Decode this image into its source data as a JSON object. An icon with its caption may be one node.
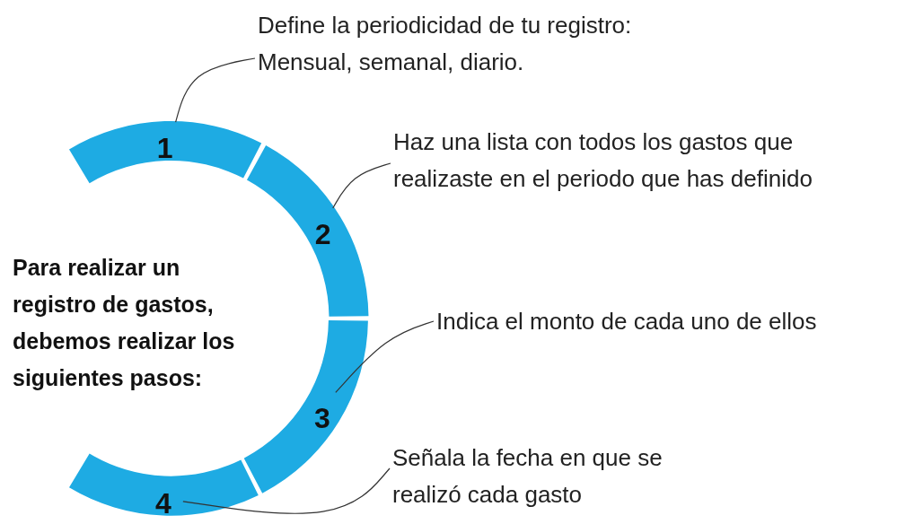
{
  "diagram": {
    "nodes": [
      {
        "text": [
          "Define la periodicidad de tu registro: Mensual, semanal, diario."
        ]
      },
      {
        "text": [
          "1"
        ]
      },
      {
        "text": [
          "Haz una lista con todos los gastos que realizaste en el periodo que has definido"
        ]
      },
      {
        "text": [
          "2"
        ]
      },
      {
        "text": [
          "Indica el monto de cada uno de ellos"
        ]
      },
      {
        "text": [
          "3"
        ]
      },
      {
        "text": [
          "Señala la fecha en que se realizó cada gasto"
        ]
      },
      {
        "text": [
          "4"
        ]
      }
    ],
    "edges": [
      {
        "from": 0,
        "to": 1,
        "arrow": "none"
      },
      {
        "from": 2,
        "to": 3,
        "arrow": "none"
      },
      {
        "from": 4,
        "to": 5,
        "arrow": "none"
      },
      {
        "from": 6,
        "to": 7,
        "arrow": "none"
      }
    ],
    "labels": [
      "Para realizar un registro de gastos, debemos realizar los siguientes pasos:"
    ]
  }
}
